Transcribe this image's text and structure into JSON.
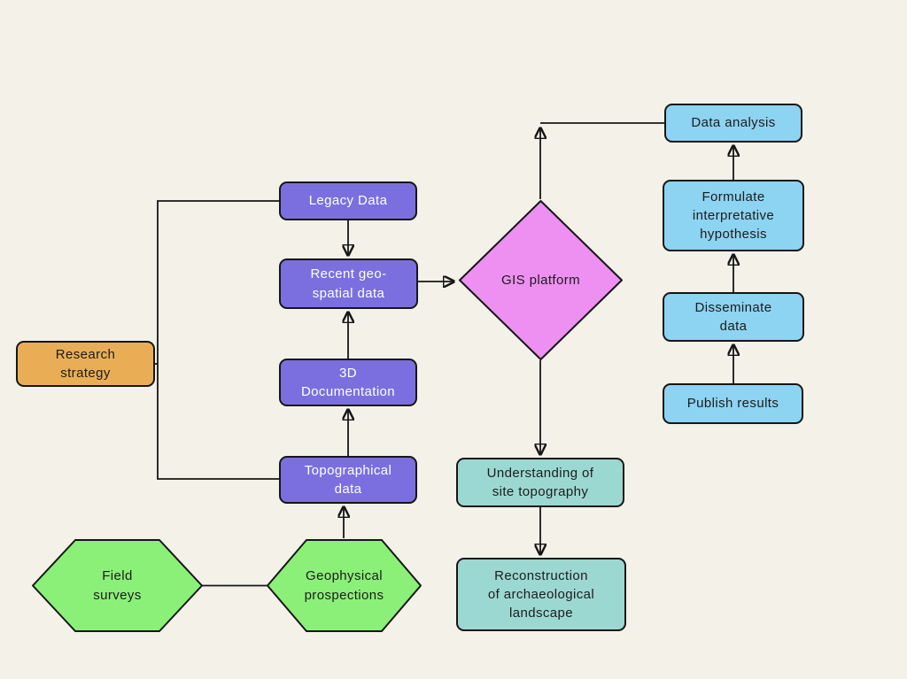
{
  "canvas": {
    "background": "#f4f1e9",
    "line_color": "#161616"
  },
  "nodes": {
    "research_strategy": {
      "label": "Research\nstrategy",
      "shape": "rounded-rect",
      "color": "#e9ae55",
      "text_color": "#1c1c1c"
    },
    "legacy_data": {
      "label": "Legacy Data",
      "shape": "rounded-rect",
      "color": "#7b6fe0",
      "text_color": "#ffffff"
    },
    "recent_geospatial": {
      "label": "Recent geo-\nspatial data",
      "shape": "rounded-rect",
      "color": "#7b6fe0",
      "text_color": "#ffffff"
    },
    "documentation_3d": {
      "label": "3D\nDocumentation",
      "shape": "rounded-rect",
      "color": "#7b6fe0",
      "text_color": "#ffffff"
    },
    "topographical_data": {
      "label": "Topographical\ndata",
      "shape": "rounded-rect",
      "color": "#7b6fe0",
      "text_color": "#ffffff"
    },
    "gis_platform": {
      "label": "GIS platform",
      "shape": "diamond",
      "color": "#ee8ff2",
      "text_color": "#1c1c1c"
    },
    "data_analysis": {
      "label": "Data analysis",
      "shape": "rounded-rect",
      "color": "#8dd3f2",
      "text_color": "#1c1c1c"
    },
    "formulate_hypothesis": {
      "label": "Formulate\ninterpretative\nhypothesis",
      "shape": "rounded-rect",
      "color": "#8dd3f2",
      "text_color": "#1c1c1c"
    },
    "disseminate_data": {
      "label": "Disseminate\ndata",
      "shape": "rounded-rect",
      "color": "#8dd3f2",
      "text_color": "#1c1c1c"
    },
    "publish_results": {
      "label": "Publish results",
      "shape": "rounded-rect",
      "color": "#8dd3f2",
      "text_color": "#1c1c1c"
    },
    "understanding_topography": {
      "label": "Understanding of\nsite topography",
      "shape": "rounded-rect",
      "color": "#9cd8d2",
      "text_color": "#1c1c1c"
    },
    "reconstruction_landscape": {
      "label": "Reconstruction\nof archaeological\nlandscape",
      "shape": "rounded-rect",
      "color": "#9cd8d2",
      "text_color": "#1c1c1c"
    },
    "field_surveys": {
      "label": "Field\nsurveys",
      "shape": "hexagon",
      "color": "#8bf078",
      "text_color": "#1c1c1c"
    },
    "geophysical_prospections": {
      "label": "Geophysical\nprospections",
      "shape": "hexagon",
      "color": "#8bf078",
      "text_color": "#1c1c1c"
    }
  },
  "edges": [
    {
      "from": "research_strategy",
      "to": "legacy_data",
      "arrow": false
    },
    {
      "from": "research_strategy",
      "to": "topographical_data",
      "arrow": false
    },
    {
      "from": "legacy_data",
      "to": "recent_geospatial",
      "arrow": true
    },
    {
      "from": "documentation_3d",
      "to": "recent_geospatial",
      "arrow": true
    },
    {
      "from": "topographical_data",
      "to": "documentation_3d",
      "arrow": true
    },
    {
      "from": "geophysical_prospections",
      "to": "topographical_data",
      "arrow": true
    },
    {
      "from": "field_surveys",
      "to": "geophysical_prospections",
      "arrow": false
    },
    {
      "from": "recent_geospatial",
      "to": "gis_platform",
      "arrow": true
    },
    {
      "from": "gis_platform",
      "to": "data_analysis",
      "arrow": true
    },
    {
      "from": "publish_results",
      "to": "disseminate_data",
      "arrow": true
    },
    {
      "from": "disseminate_data",
      "to": "formulate_hypothesis",
      "arrow": true
    },
    {
      "from": "formulate_hypothesis",
      "to": "data_analysis",
      "arrow": true
    },
    {
      "from": "gis_platform",
      "to": "understanding_topography",
      "arrow": true
    },
    {
      "from": "understanding_topography",
      "to": "reconstruction_landscape",
      "arrow": true
    }
  ]
}
